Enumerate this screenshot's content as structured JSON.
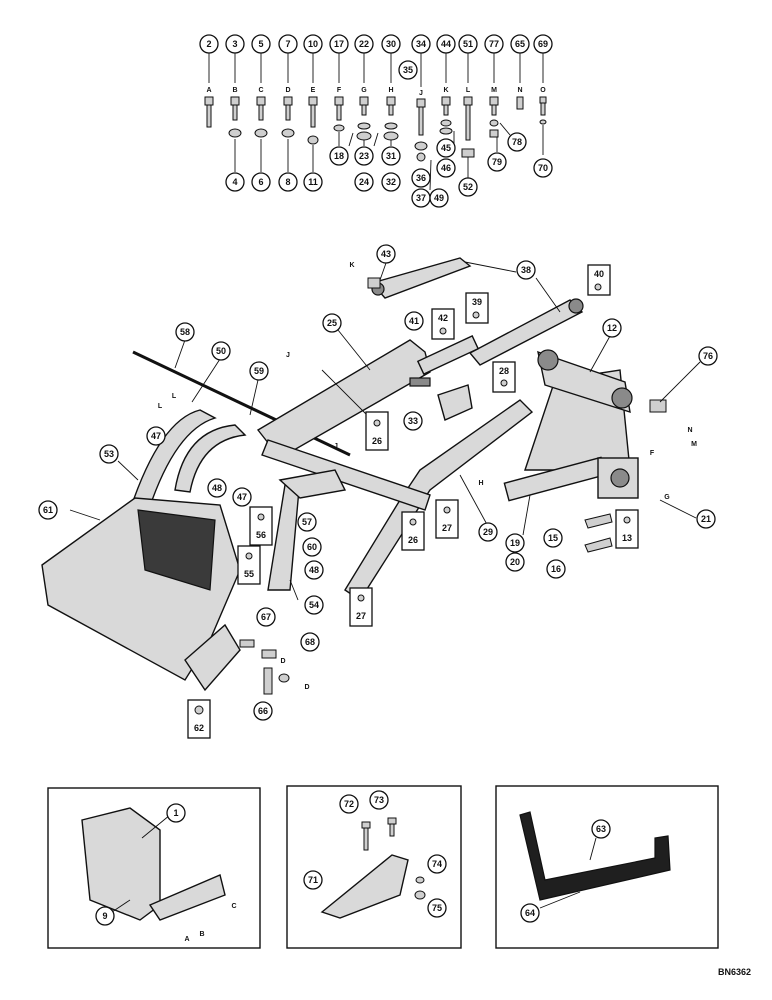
{
  "drawing_code": "BN6362",
  "hardware_row": {
    "top_callouts": [
      "2",
      "3",
      "5",
      "7",
      "10",
      "17",
      "22",
      "30",
      "34",
      "44",
      "51",
      "77",
      "65",
      "69"
    ],
    "letters": [
      "A",
      "B",
      "C",
      "D",
      "E",
      "F",
      "G",
      "H",
      "J",
      "K",
      "L",
      "M",
      "N",
      "O"
    ],
    "bottom_callouts": [
      "4",
      "6",
      "8",
      "11",
      "18",
      "23",
      "24",
      "31",
      "32",
      "35",
      "36",
      "37",
      "49",
      "45",
      "46",
      "52",
      "78",
      "79",
      "70"
    ]
  },
  "main_callouts": [
    "43",
    "38",
    "40",
    "39",
    "42",
    "41",
    "25",
    "58",
    "50",
    "59",
    "12",
    "76",
    "28",
    "33",
    "26",
    "47",
    "48",
    "53",
    "61",
    "47",
    "56",
    "57",
    "60",
    "48",
    "26",
    "27",
    "29",
    "19",
    "20",
    "13",
    "21",
    "15",
    "16",
    "55",
    "54",
    "27",
    "67",
    "68",
    "62",
    "66"
  ],
  "square_callouts": [
    "40",
    "39",
    "42",
    "28",
    "26",
    "56",
    "55",
    "26",
    "27",
    "13",
    "27",
    "62"
  ],
  "main_letters": [
    "K",
    "J",
    "L",
    "L",
    "J",
    "H",
    "F",
    "G",
    "N",
    "M",
    "D",
    "D"
  ],
  "insets": [
    {
      "callouts": [
        "1",
        "9"
      ],
      "letters": [
        "C",
        "B",
        "A"
      ]
    },
    {
      "callouts": [
        "72",
        "73",
        "71",
        "74",
        "75"
      ]
    },
    {
      "callouts": [
        "63",
        "64"
      ]
    }
  ]
}
